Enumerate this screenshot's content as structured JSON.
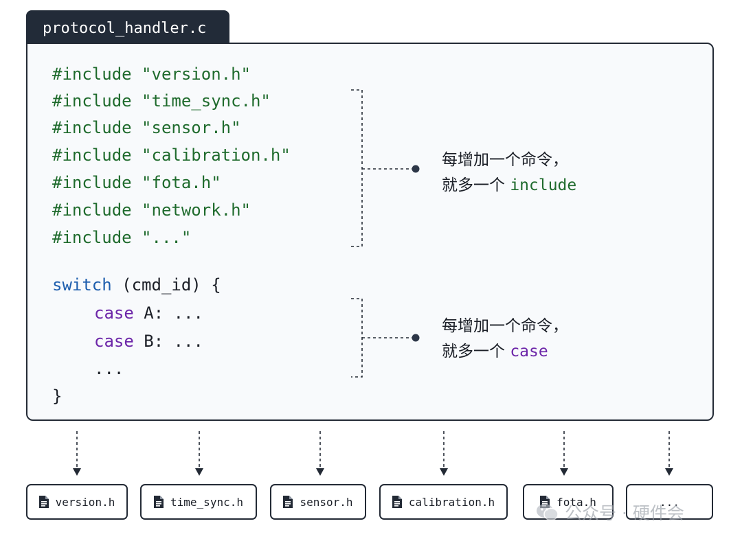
{
  "file_tab": {
    "title": "protocol_handler.c"
  },
  "code": {
    "includes": [
      "#include \"version.h\"",
      "#include \"time_sync.h\"",
      "#include \"sensor.h\"",
      "#include \"calibration.h\"",
      "#include \"fota.h\"",
      "#include \"network.h\"",
      "#include \"...\""
    ],
    "switch_keyword": "switch",
    "switch_rest": " (cmd_id) {",
    "cases": [
      {
        "keyword": "case",
        "rest": " A: ..."
      },
      {
        "keyword": "case",
        "rest": " B: ..."
      }
    ],
    "ellipsis": "...",
    "closing_brace": "}"
  },
  "annotations": {
    "include_note": {
      "line1": "每增加一个命令，",
      "line2_prefix": "就多一个 ",
      "keyword": "include"
    },
    "case_note": {
      "line1": "每增加一个命令，",
      "line2_prefix": "就多一个 ",
      "keyword": "case"
    }
  },
  "files": [
    {
      "label": "version.h"
    },
    {
      "label": "time_sync.h"
    },
    {
      "label": "sensor.h"
    },
    {
      "label": "calibration.h"
    },
    {
      "label": "fota.h"
    },
    {
      "label": "..."
    }
  ],
  "watermark": {
    "text": "公众号 · 硬件会"
  },
  "colors": {
    "panel_border": "#232a35",
    "tab_bg": "#222b38",
    "include_green": "#1f6b2d",
    "switch_blue": "#1f5fae",
    "case_purple": "#6c25a8",
    "panel_bg": "#f8fafc"
  }
}
